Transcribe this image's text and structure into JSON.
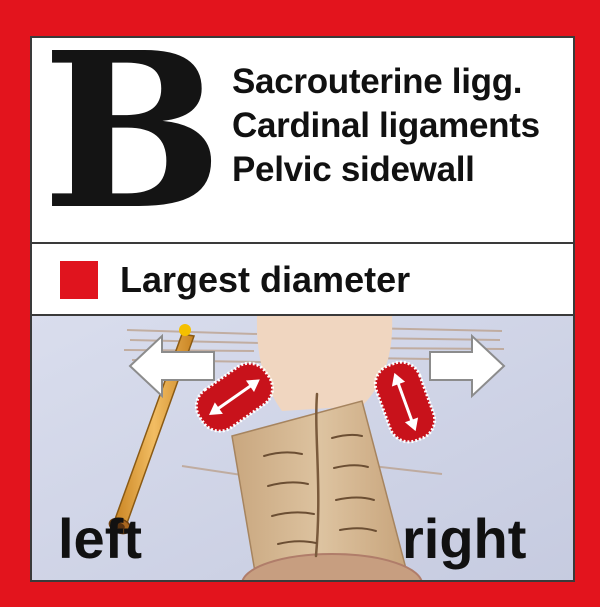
{
  "header": {
    "letter": "B",
    "lines": [
      "Sacrouterine ligg.",
      "Cardinal ligaments",
      "Pelvic sidewall"
    ]
  },
  "legend": {
    "label": "Largest diameter",
    "color": "#e0141e"
  },
  "labels": {
    "left": "left",
    "right": "right"
  },
  "colors": {
    "frame": "#e3141d",
    "background_scene": "#d3d8e8",
    "cervix": "#d4b58f",
    "tumor_red": "#c8121b",
    "probe": "#e2a04a"
  },
  "icons": [
    "arrow-left-icon",
    "arrow-right-icon",
    "double-arrow-icon",
    "probe-icon"
  ]
}
